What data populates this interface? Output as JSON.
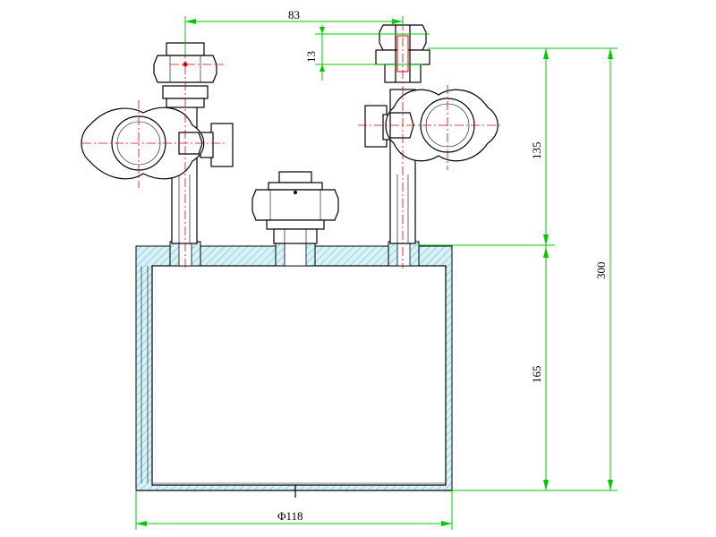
{
  "dimensions": {
    "top_spacing": "83",
    "fitting_height": "13",
    "upper_height": "135",
    "total_height": "300",
    "lower_height": "165",
    "diameter": "Φ118"
  }
}
